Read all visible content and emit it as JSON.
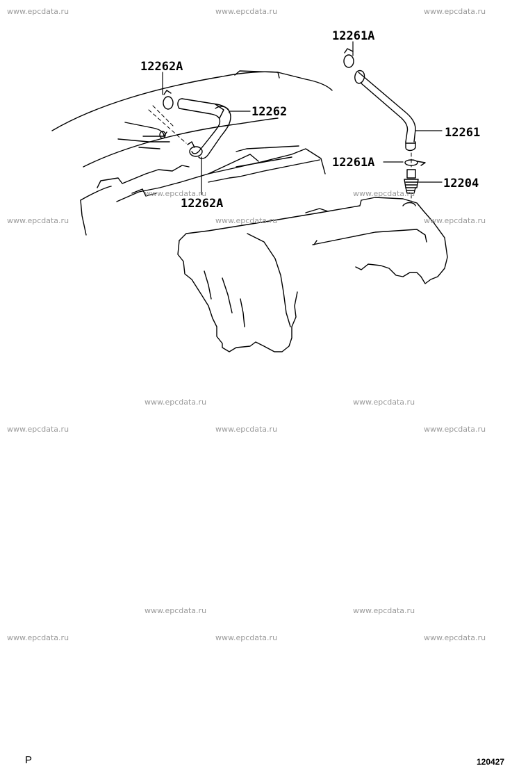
{
  "watermark_text": "www.epcdata.ru",
  "callouts": {
    "c12261a_top": "12261A",
    "c12262a_top": "12262A",
    "c12262": "12262",
    "c12261": "12261",
    "c12261a_mid": "12261A",
    "c12204": "12204",
    "c12262a_bottom": "12262A"
  },
  "footer": {
    "left_mark": "P",
    "figure_number": "120427"
  }
}
